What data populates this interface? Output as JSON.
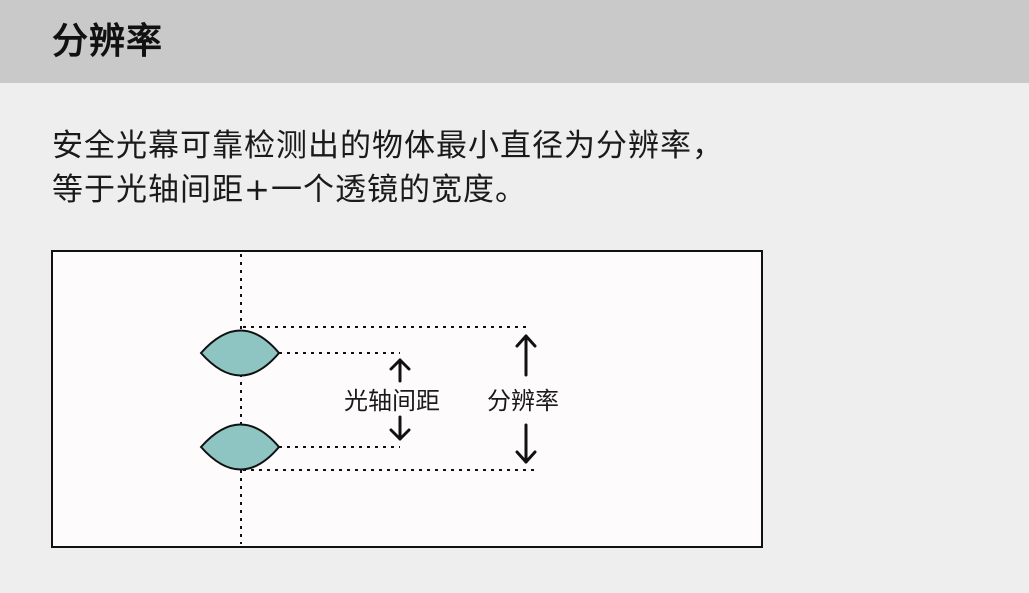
{
  "header": {
    "title": "分辨率"
  },
  "description": {
    "line1": "安全光幕可靠检测出的物体最小直径为分辨率，",
    "line2": "等于光轴间距+一个透镜的宽度。"
  },
  "diagram": {
    "axis_spacing_label": "光轴间距",
    "resolution_label": "分辨率",
    "lens_color": "#8ec4c1",
    "line_color": "#111111"
  }
}
